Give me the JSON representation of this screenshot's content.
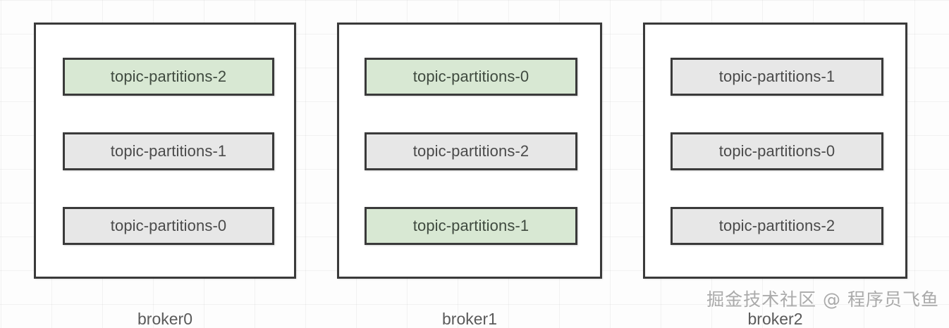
{
  "diagram": {
    "title_watermark": "掘金技术社区 @ 程序员飞鱼",
    "colors": {
      "leader_fill": "#d8e8d3",
      "replica_fill": "#e7e7e7",
      "border": "#3a3a3a",
      "label_text": "#5a5a5a"
    },
    "brokers": [
      {
        "name": "broker0",
        "partitions": [
          {
            "label": "topic-partitions-2",
            "role": "leader"
          },
          {
            "label": "topic-partitions-1",
            "role": "replica"
          },
          {
            "label": "topic-partitions-0",
            "role": "replica"
          }
        ]
      },
      {
        "name": "broker1",
        "partitions": [
          {
            "label": "topic-partitions-0",
            "role": "leader"
          },
          {
            "label": "topic-partitions-2",
            "role": "replica"
          },
          {
            "label": "topic-partitions-1",
            "role": "leader"
          }
        ]
      },
      {
        "name": "broker2",
        "partitions": [
          {
            "label": "topic-partitions-1",
            "role": "replica"
          },
          {
            "label": "topic-partitions-0",
            "role": "replica"
          },
          {
            "label": "topic-partitions-2",
            "role": "replica"
          }
        ]
      }
    ]
  }
}
